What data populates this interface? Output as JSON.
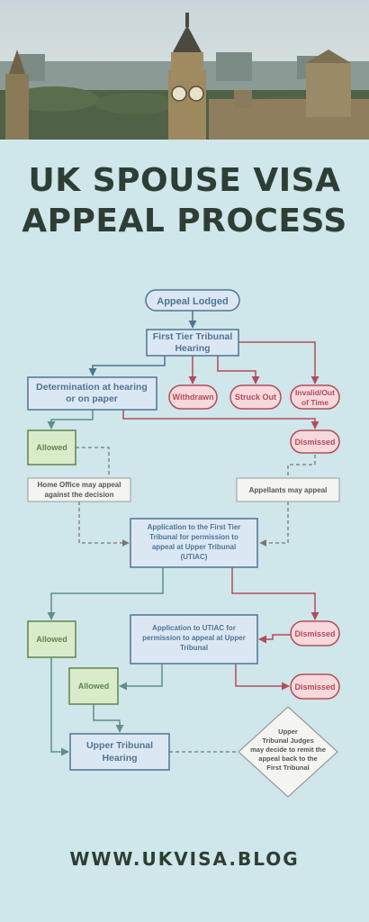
{
  "header": {
    "title_line1": "UK SPOUSE VISA",
    "title_line2": "APPEAL PROCESS"
  },
  "flowchart": {
    "appeal_lodged": "Appeal Lodged",
    "first_tier_l1": "First Tier Tribunal",
    "first_tier_l2": "Hearing",
    "determination_l1": "Determination at hearing",
    "determination_l2": "or on paper",
    "withdrawn": "Withdrawn",
    "struck_out": "Struck Out",
    "invalid_l1": "Invalid/Out",
    "invalid_l2": "of Time",
    "allowed_1": "Allowed",
    "dismissed_1": "Dismissed",
    "home_office_l1": "Home Office may appeal",
    "home_office_l2": "against the decision",
    "appellants_may_appeal": "Appellants may appeal",
    "app_ftt_l1": "Application to the First Tier",
    "app_ftt_l2": "Tribunal for permission to",
    "app_ftt_l3": "appeal at Upper Tribunal",
    "app_ftt_l4": "(UTIAC)",
    "allowed_2": "Allowed",
    "dismissed_2": "Dismissed",
    "app_utiac_l1": "Application to UTIAC for",
    "app_utiac_l2": "permission to appeal at Upper",
    "app_utiac_l3": "Tribunal",
    "allowed_3": "Allowed",
    "dismissed_3": "Dismissed",
    "upper_hearing_l1": "Upper Tribunal",
    "upper_hearing_l2": "Hearing",
    "remit_l1": "Upper",
    "remit_l2": "Tribunal Judges",
    "remit_l3": "may decide to remit the",
    "remit_l4": "appeal back to the",
    "remit_l5": "First Tribunal"
  },
  "footer": {
    "website": "WWW.UKVISA.BLOG"
  },
  "colors": {
    "background": "#cfe6ea",
    "blue_node_fill": "#dbe8f4",
    "blue_node_stroke": "#4f7593",
    "green_node_fill": "#d9ecc9",
    "green_node_stroke": "#5f8450",
    "red_node_fill": "#f7d8db",
    "red_node_stroke": "#b04e5a",
    "title_text": "#2e3e34"
  }
}
